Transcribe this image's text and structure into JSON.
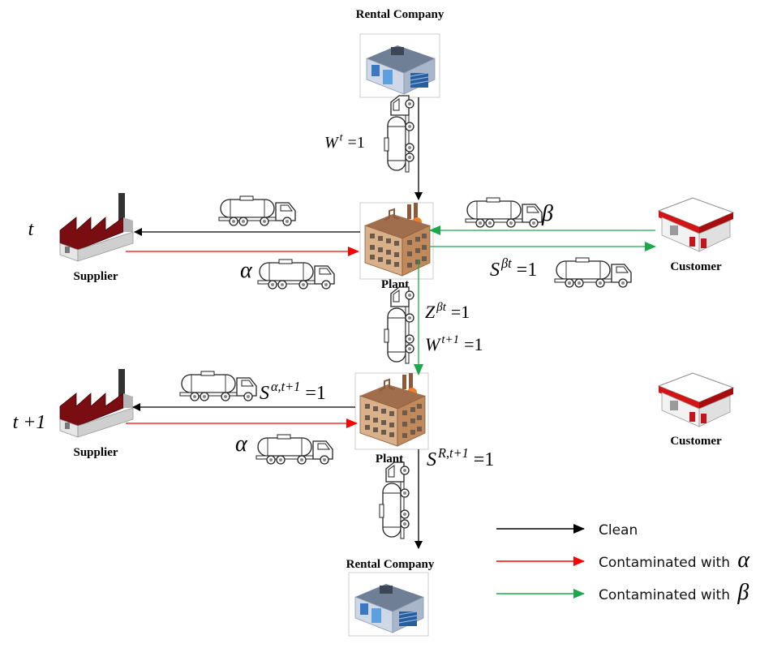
{
  "nodes": {
    "rental_top": "Rental Company",
    "rental_bottom": "Rental Company",
    "supplier_t": "Supplier",
    "supplier_t1": "Supplier",
    "plant_t": "Plant",
    "plant_t1": "Plant",
    "customer_t": "Customer",
    "customer_t1": "Customer"
  },
  "periods": {
    "t": "t",
    "t_plus_1": "t +1"
  },
  "math": {
    "w_t": {
      "base": "W",
      "sup": "t",
      "rhs": "=1"
    },
    "w_t1": {
      "base": "W",
      "sup": "t+1",
      "rhs": "=1"
    },
    "z_beta_t": {
      "base": "Z",
      "sup": "βt",
      "rhs": "=1"
    },
    "s_beta_t": {
      "base": "S",
      "sup": "βt",
      "rhs": "=1"
    },
    "s_alpha_t1": {
      "base": "S",
      "sup": "α,t+1",
      "rhs": "=1"
    },
    "s_r_t1": {
      "base": "S",
      "sup": "R,t+1",
      "rhs": "=1"
    },
    "alpha_1": "α",
    "alpha_2": "α",
    "beta_1": "β"
  },
  "legend": {
    "clean": {
      "label": "Clean",
      "color": "#000000"
    },
    "alpha": {
      "label": "Contaminated with ",
      "symbol": "α",
      "color": "#ff0000"
    },
    "beta": {
      "label": "Contaminated with ",
      "symbol": "β",
      "color": "#1aa84a"
    }
  },
  "icons": {
    "rental": "warehouse-icon",
    "supplier": "factory-icon",
    "plant": "plant-building-icon",
    "customer": "gas-station-icon",
    "truck": "tanker-truck-icon"
  }
}
